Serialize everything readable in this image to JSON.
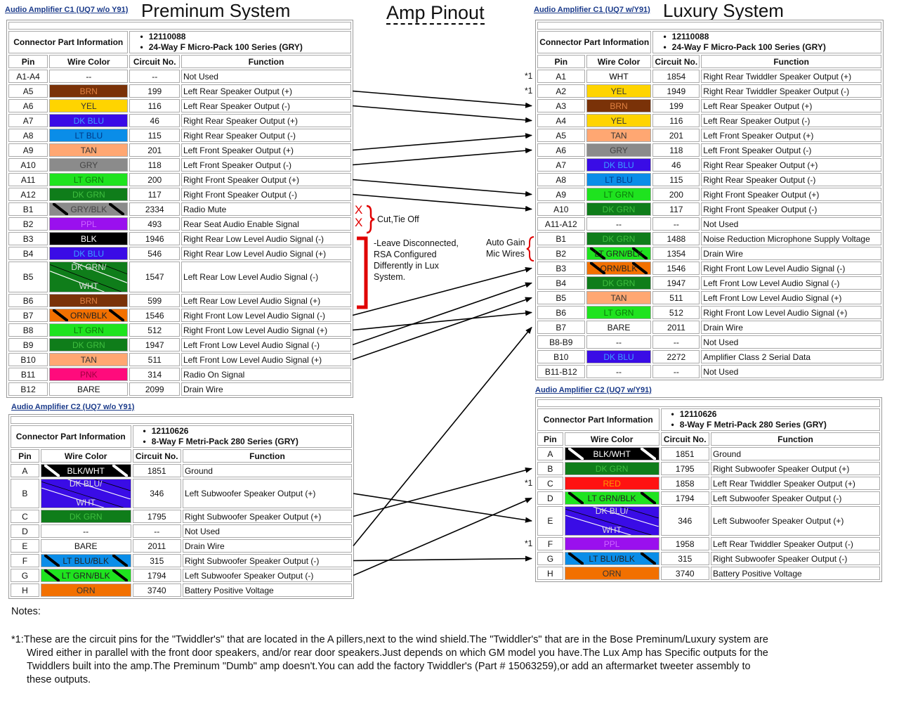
{
  "headings": {
    "amp_pinout": "Amp Pinout",
    "c1_left_caption": "Audio Amplifier C1 (UQ7 w/o Y91)",
    "c1_left_title": "Preminum System",
    "c1_right_caption": "Audio Amplifier C1 (UQ7 w/Y91)",
    "c1_right_title": "Luxury System",
    "c2_left_caption": "Audio Amplifier C2 (UQ7 w/o Y91)",
    "c2_right_caption": "Audio Amplifier C2 (UQ7 w/Y91)"
  },
  "labels": {
    "connector_info": "Connector Part Information",
    "pin": "Pin",
    "wire_color": "Wire Color",
    "circuit_no": "Circuit No.",
    "function": "Function"
  },
  "c1_part": [
    "12110088",
    "24-Way F Micro-Pack 100 Series (GRY)"
  ],
  "c2_part": [
    "12110626",
    "8-Way F Metri-Pack 280 Series (GRY)"
  ],
  "c1_left_rows": [
    {
      "pin": "A1-A4",
      "wire": "--",
      "circuit": "--",
      "function": "Not Used"
    },
    {
      "pin": "A5",
      "wire": "BRN",
      "circuit": "199",
      "function": "Left Rear Speaker Output (+)"
    },
    {
      "pin": "A6",
      "wire": "YEL",
      "circuit": "116",
      "function": "Left Rear Speaker Output (-)"
    },
    {
      "pin": "A7",
      "wire": "DK BLU",
      "circuit": "46",
      "function": "Right Rear Speaker Output (+)"
    },
    {
      "pin": "A8",
      "wire": "LT BLU",
      "circuit": "115",
      "function": "Right Rear Speaker Output (-)"
    },
    {
      "pin": "A9",
      "wire": "TAN",
      "circuit": "201",
      "function": "Left Front Speaker Output (+)"
    },
    {
      "pin": "A10",
      "wire": "GRY",
      "circuit": "118",
      "function": "Left Front Speaker Output (-)"
    },
    {
      "pin": "A11",
      "wire": "LT GRN",
      "circuit": "200",
      "function": "Right Front Speaker Output (+)"
    },
    {
      "pin": "A12",
      "wire": "DK GRN",
      "circuit": "117",
      "function": "Right Front Speaker Output (-)"
    },
    {
      "pin": "B1",
      "wire": "GRY/BLK",
      "circuit": "2334",
      "function": "Radio Mute"
    },
    {
      "pin": "B2",
      "wire": "PPL",
      "circuit": "493",
      "function": "Rear Seat Audio Enable Signal"
    },
    {
      "pin": "B3",
      "wire": "BLK",
      "circuit": "1946",
      "function": "Right Rear Low Level Audio Signal (-)"
    },
    {
      "pin": "B4",
      "wire": "DK BLU",
      "circuit": "546",
      "function": "Right Rear Low Level Audio Signal (+)"
    },
    {
      "pin": "B5",
      "wire_top": "DK GRN/",
      "wire_bottom": "WHT",
      "circuit": "1547",
      "function": "Left Rear Low Level Audio Signal (-)"
    },
    {
      "pin": "B6",
      "wire": "BRN",
      "circuit": "599",
      "function": "Left Rear Low Level Audio Signal (+)"
    },
    {
      "pin": "B7",
      "wire": "ORN/BLK",
      "circuit": "1546",
      "function": "Right Front Low Level Audio Signal (-)"
    },
    {
      "pin": "B8",
      "wire": "LT GRN",
      "circuit": "512",
      "function": "Right Front Low Level Audio Signal (+)"
    },
    {
      "pin": "B9",
      "wire": "DK GRN",
      "circuit": "1947",
      "function": "Left Front Low Level Audio Signal (-)"
    },
    {
      "pin": "B10",
      "wire": "TAN",
      "circuit": "511",
      "function": "Left Front Low Level Audio Signal (+)"
    },
    {
      "pin": "B11",
      "wire": "PNK",
      "circuit": "314",
      "function": "Radio On Signal"
    },
    {
      "pin": "B12",
      "wire": "BARE",
      "circuit": "2099",
      "function": "Drain Wire"
    }
  ],
  "c1_right_rows": [
    {
      "pin": "A1",
      "wire": "WHT",
      "circuit": "1854",
      "function": "Right Rear Twiddler Speaker Output (+)",
      "star": "*1"
    },
    {
      "pin": "A2",
      "wire": "YEL",
      "circuit": "1949",
      "function": "Right Rear Twiddler Speaker Output (-)",
      "star": "*1"
    },
    {
      "pin": "A3",
      "wire": "BRN",
      "circuit": "199",
      "function": "Left Rear Speaker Output (+)"
    },
    {
      "pin": "A4",
      "wire": "YEL",
      "circuit": "116",
      "function": "Left Rear Speaker Output (-)"
    },
    {
      "pin": "A5",
      "wire": "TAN",
      "circuit": "201",
      "function": "Left Front Speaker Output (+)"
    },
    {
      "pin": "A6",
      "wire": "GRY",
      "circuit": "118",
      "function": "Left Front Speaker Output (-)"
    },
    {
      "pin": "A7",
      "wire": "DK BLU",
      "circuit": "46",
      "function": "Right Rear Speaker Output (+)"
    },
    {
      "pin": "A8",
      "wire": "LT BLU",
      "circuit": "115",
      "function": "Right Rear Speaker Output (-)"
    },
    {
      "pin": "A9",
      "wire": "LT GRN",
      "circuit": "200",
      "function": "Right Front Speaker Output (+)"
    },
    {
      "pin": "A10",
      "wire": "DK GRN",
      "circuit": "117",
      "function": "Right Front Speaker Output (-)"
    },
    {
      "pin": "A11-A12",
      "wire": "--",
      "circuit": "--",
      "function": "Not Used"
    },
    {
      "pin": "B1",
      "wire": "DK GRN",
      "circuit": "1488",
      "function": "Noise Reduction Microphone Supply Voltage"
    },
    {
      "pin": "B2",
      "wire": "LT GRN/BLK",
      "circuit": "1354",
      "function": "Drain Wire"
    },
    {
      "pin": "B3",
      "wire": "ORN/BLK",
      "circuit": "1546",
      "function": "Right Front Low Level Audio Signal (-)"
    },
    {
      "pin": "B4",
      "wire": "DK GRN",
      "circuit": "1947",
      "function": "Left Front Low Level Audio Signal (-)"
    },
    {
      "pin": "B5",
      "wire": "TAN",
      "circuit": "511",
      "function": "Left Front Low Level Audio Signal (+)"
    },
    {
      "pin": "B6",
      "wire": "LT GRN",
      "circuit": "512",
      "function": "Right Front Low Level Audio Signal (+)"
    },
    {
      "pin": "B7",
      "wire": "BARE",
      "circuit": "2011",
      "function": "Drain Wire"
    },
    {
      "pin": "B8-B9",
      "wire": "--",
      "circuit": "--",
      "function": "Not Used"
    },
    {
      "pin": "B10",
      "wire": "DK BLU",
      "circuit": "2272",
      "function": "Amplifier Class 2 Serial Data"
    },
    {
      "pin": "B11-B12",
      "wire": "--",
      "circuit": "--",
      "function": "Not Used"
    }
  ],
  "c2_left_rows": [
    {
      "pin": "A",
      "wire": "BLK/WHT",
      "circuit": "1851",
      "function": "Ground"
    },
    {
      "pin": "B",
      "wire_top": "DK BLU/",
      "wire_bottom": "WHT",
      "circuit": "346",
      "function": "Left Subwoofer Speaker Output (+)"
    },
    {
      "pin": "C",
      "wire": "DK GRN",
      "circuit": "1795",
      "function": "Right Subwoofer Speaker Output (+)"
    },
    {
      "pin": "D",
      "wire": "--",
      "circuit": "--",
      "function": "Not Used"
    },
    {
      "pin": "E",
      "wire": "BARE",
      "circuit": "2011",
      "function": "Drain Wire"
    },
    {
      "pin": "F",
      "wire": "LT BLU/BLK",
      "circuit": "315",
      "function": "Right Subwoofer Speaker Output (-)"
    },
    {
      "pin": "G",
      "wire": "LT GRN/BLK",
      "circuit": "1794",
      "function": "Left Subwoofer Speaker Output (-)"
    },
    {
      "pin": "H",
      "wire": "ORN",
      "circuit": "3740",
      "function": "Battery Positive Voltage"
    }
  ],
  "c2_right_rows": [
    {
      "pin": "A",
      "wire": "BLK/WHT",
      "circuit": "1851",
      "function": "Ground"
    },
    {
      "pin": "B",
      "wire": "DK GRN",
      "circuit": "1795",
      "function": "Right Subwoofer Speaker Output (+)"
    },
    {
      "pin": "C",
      "wire": "RED",
      "circuit": "1858",
      "function": "Left Rear Twiddler Speaker Output (+)",
      "star": "*1"
    },
    {
      "pin": "D",
      "wire": "LT GRN/BLK",
      "circuit": "1794",
      "function": "Left Subwoofer Speaker Output (-)"
    },
    {
      "pin": "E",
      "wire_top": "DK BLU/",
      "wire_bottom": "WHT",
      "circuit": "346",
      "function": "Left Subwoofer Speaker Output (+)"
    },
    {
      "pin": "F",
      "wire": "PPL",
      "circuit": "1958",
      "function": "Left Rear Twiddler Speaker Output (-)",
      "star": "*1"
    },
    {
      "pin": "G",
      "wire": "LT BLU/BLK",
      "circuit": "315",
      "function": "Right Subwoofer Speaker Output (-)"
    },
    {
      "pin": "H",
      "wire": "ORN",
      "circuit": "3740",
      "function": "Battery Positive Voltage"
    }
  ],
  "annotations": {
    "cut_tie_off": "Cut,Tie Off",
    "x_mark": "X",
    "leave_disconnected": [
      "-Leave Disconnected,",
      "RSA Configured",
      "Differently in Lux",
      "System."
    ],
    "auto_gain": [
      "Auto Gain",
      "Mic Wires"
    ]
  },
  "notes": {
    "heading": "Notes:",
    "lines": [
      "*1:These are the circuit pins for the \"Twiddler's\" that are located in the A pillers,next to the wind shield.The \"Twiddler's\" that are in the Bose Preminum/Luxury system are",
      "Wired either in parallel with the front door speakers, and/or rear door speakers.Just depends on which GM model you have.The Lux Amp has Specific outputs for the",
      "Twiddlers built into the amp.The Preminum \"Dumb\" amp doesn't.You can add the factory Twiddler's (Part # 15063259),or add an aftermarket tweeter assembly to",
      "these outputs."
    ]
  },
  "colors": {
    "BRN": "#7a3208",
    "YEL": "#ffd400",
    "DK BLU": "#3a0ce6",
    "LT BLU": "#0a8de8",
    "TAN": "#ffa772",
    "GRY": "#8b8b8b",
    "LT GRN": "#1fe31f",
    "DK GRN": "#0f7d1a",
    "PPL": "#9a10ee",
    "BLK": "#000000",
    "ORN": "#f27000",
    "PNK": "#ff0b7c",
    "RED": "#ff1212",
    "WHT": "#ffffff",
    "BARE": "#ffffff"
  }
}
